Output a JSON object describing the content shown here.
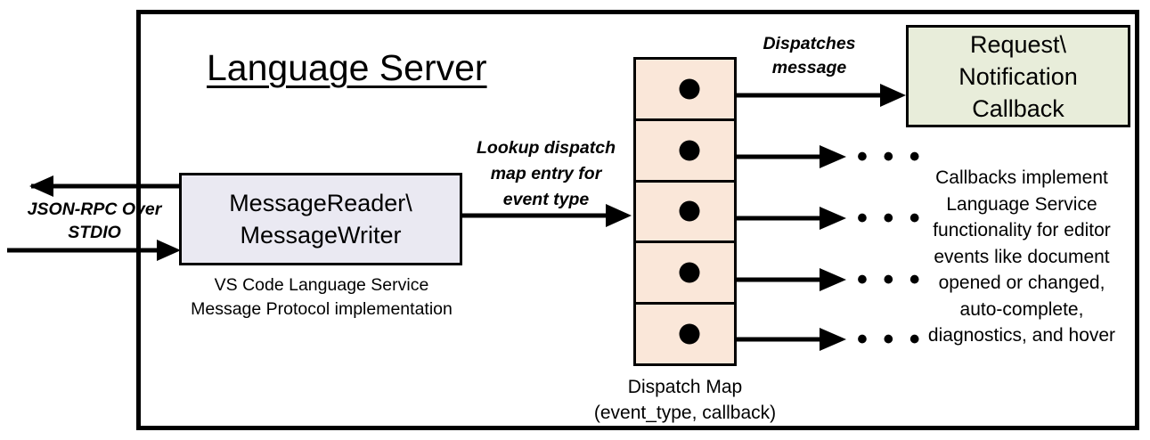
{
  "diagram": {
    "title": "Language Server",
    "io_label": "JSON-RPC\nOver STDIO",
    "reader_writer": {
      "label": "MessageReader\\\nMessageWriter",
      "caption": "VS Code Language Service\nMessage Protocol implementation"
    },
    "lookup_label": "Lookup dispatch\nmap entry for\nevent type",
    "dispatch_map": {
      "caption": "Dispatch Map\n(event_type, callback)",
      "rows": [
        {
          "marker": "callback-dot"
        },
        {
          "marker": "callback-dot"
        },
        {
          "marker": "callback-dot"
        },
        {
          "marker": "callback-dot"
        },
        {
          "marker": "callback-dot"
        }
      ]
    },
    "dispatch_label": "Dispatches\nmessage",
    "callback": {
      "label": "Request\\\nNotification\nCallback",
      "caption": "Callbacks implement\nLanguage Service\nfunctionality for editor\nevents like document\nopened or changed,\nauto-complete,\ndiagnostics, and hover"
    },
    "ellipsis": "• • •",
    "ellipses": [
      "• • •",
      "• • •",
      "• • •",
      "• • •"
    ],
    "colors": {
      "reader_writer_fill": "#eae9f2",
      "dispatch_map_fill": "#fae7d9",
      "callback_fill": "#e8edda",
      "stroke": "#000000",
      "background": "#ffffff"
    }
  }
}
